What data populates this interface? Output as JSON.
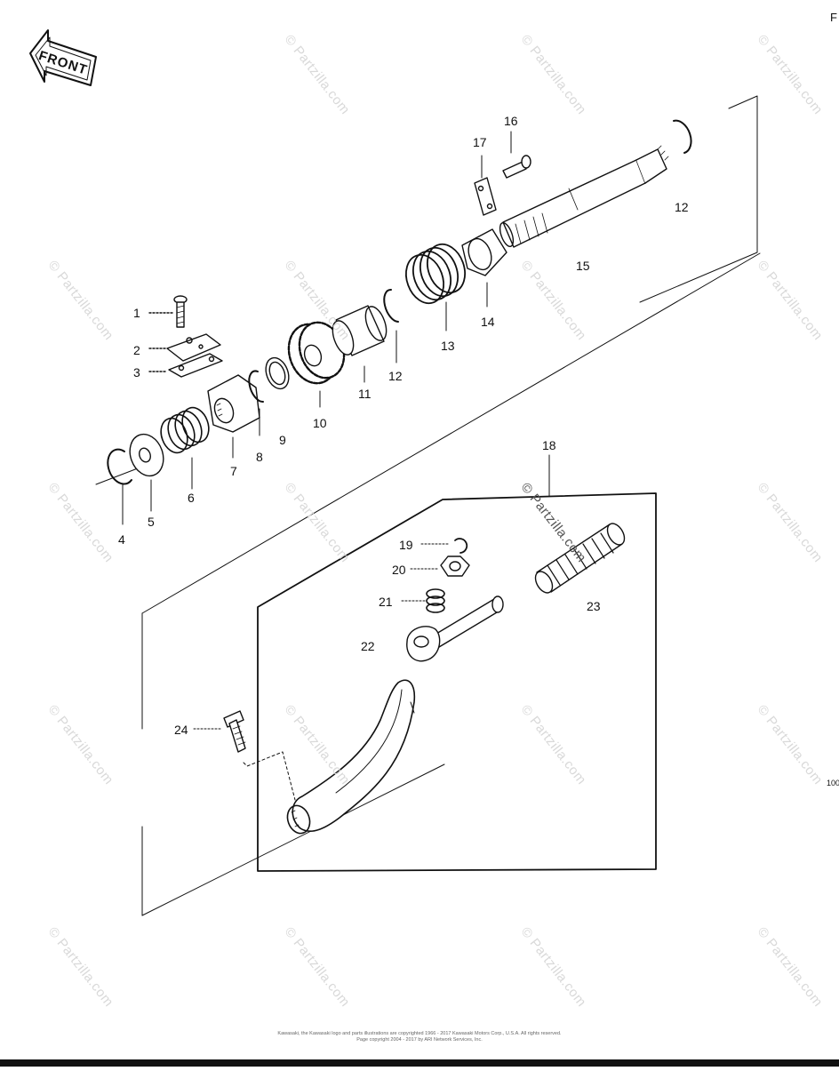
{
  "front_badge": "FRONT",
  "edge_letter": "F",
  "edge_number": "100",
  "watermark": "© Partzilla.com",
  "callouts": [
    {
      "id": "1",
      "text": "1"
    },
    {
      "id": "2",
      "text": "2"
    },
    {
      "id": "3",
      "text": "3"
    },
    {
      "id": "4",
      "text": "4"
    },
    {
      "id": "5",
      "text": "5"
    },
    {
      "id": "6",
      "text": "6"
    },
    {
      "id": "7",
      "text": "7"
    },
    {
      "id": "8",
      "text": "8"
    },
    {
      "id": "9",
      "text": "9"
    },
    {
      "id": "10",
      "text": "10"
    },
    {
      "id": "11",
      "text": "11"
    },
    {
      "id": "12a",
      "text": "12"
    },
    {
      "id": "12b",
      "text": "12"
    },
    {
      "id": "13",
      "text": "13"
    },
    {
      "id": "14",
      "text": "14"
    },
    {
      "id": "15",
      "text": "15"
    },
    {
      "id": "16",
      "text": "16"
    },
    {
      "id": "17",
      "text": "17"
    },
    {
      "id": "18",
      "text": "18"
    },
    {
      "id": "19",
      "text": "19"
    },
    {
      "id": "20",
      "text": "20"
    },
    {
      "id": "21",
      "text": "21"
    },
    {
      "id": "22",
      "text": "22"
    },
    {
      "id": "23",
      "text": "23"
    },
    {
      "id": "24",
      "text": "24"
    }
  ],
  "footer": {
    "line1": "Kawasaki, the Kawasaki logo and parts illustrations are copyrighted 1966 - 2017 Kawasaki Motors Corp., U.S.A. All rights reserved.",
    "line2": "Page copyright 2004 - 2017 by ARI Network Services, Inc."
  }
}
